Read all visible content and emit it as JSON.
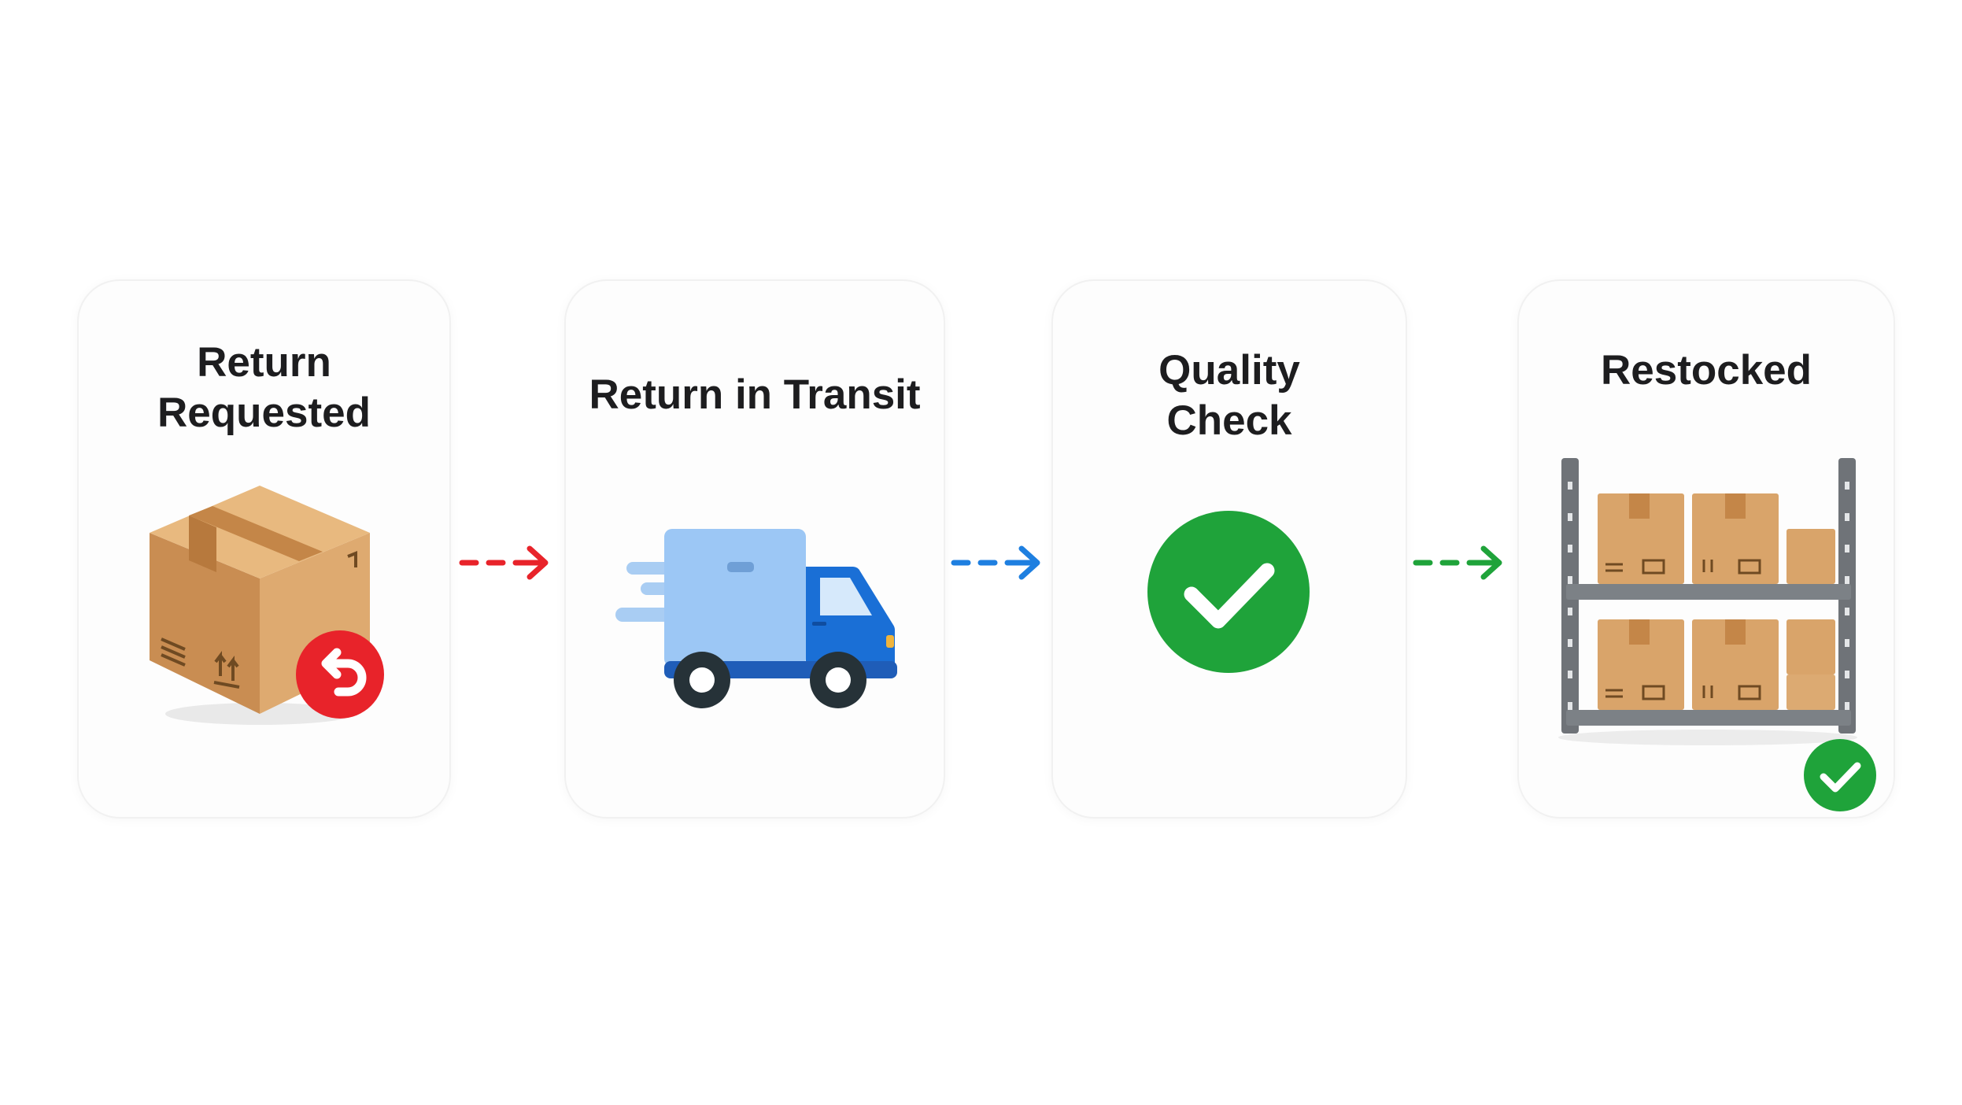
{
  "steps": [
    {
      "title_lines": [
        "Return",
        "Requested"
      ],
      "icon": "return-box-icon"
    },
    {
      "title_lines": [
        "Return in Transit"
      ],
      "icon": "delivery-truck-icon"
    },
    {
      "title_lines": [
        "Quality",
        "Check"
      ],
      "icon": "checkmark-circle-icon"
    },
    {
      "title_lines": [
        "Restocked"
      ],
      "icon": "warehouse-shelf-icon"
    }
  ],
  "connectors": [
    {
      "style": "dashed-arrow",
      "color": "#e8232a"
    },
    {
      "style": "dashed-arrow",
      "color": "#1e7fe0"
    },
    {
      "style": "dashed-arrow",
      "color": "#1fa33a"
    }
  ],
  "colors": {
    "text": "#1d1d1f",
    "cardboard": "#d9a46a",
    "return_badge": "#e8232a",
    "truck_blue": "#1a6fd6",
    "truck_light": "#9cc7f5",
    "success_green": "#1fa33a",
    "shelf_gray": "#6f7378"
  }
}
